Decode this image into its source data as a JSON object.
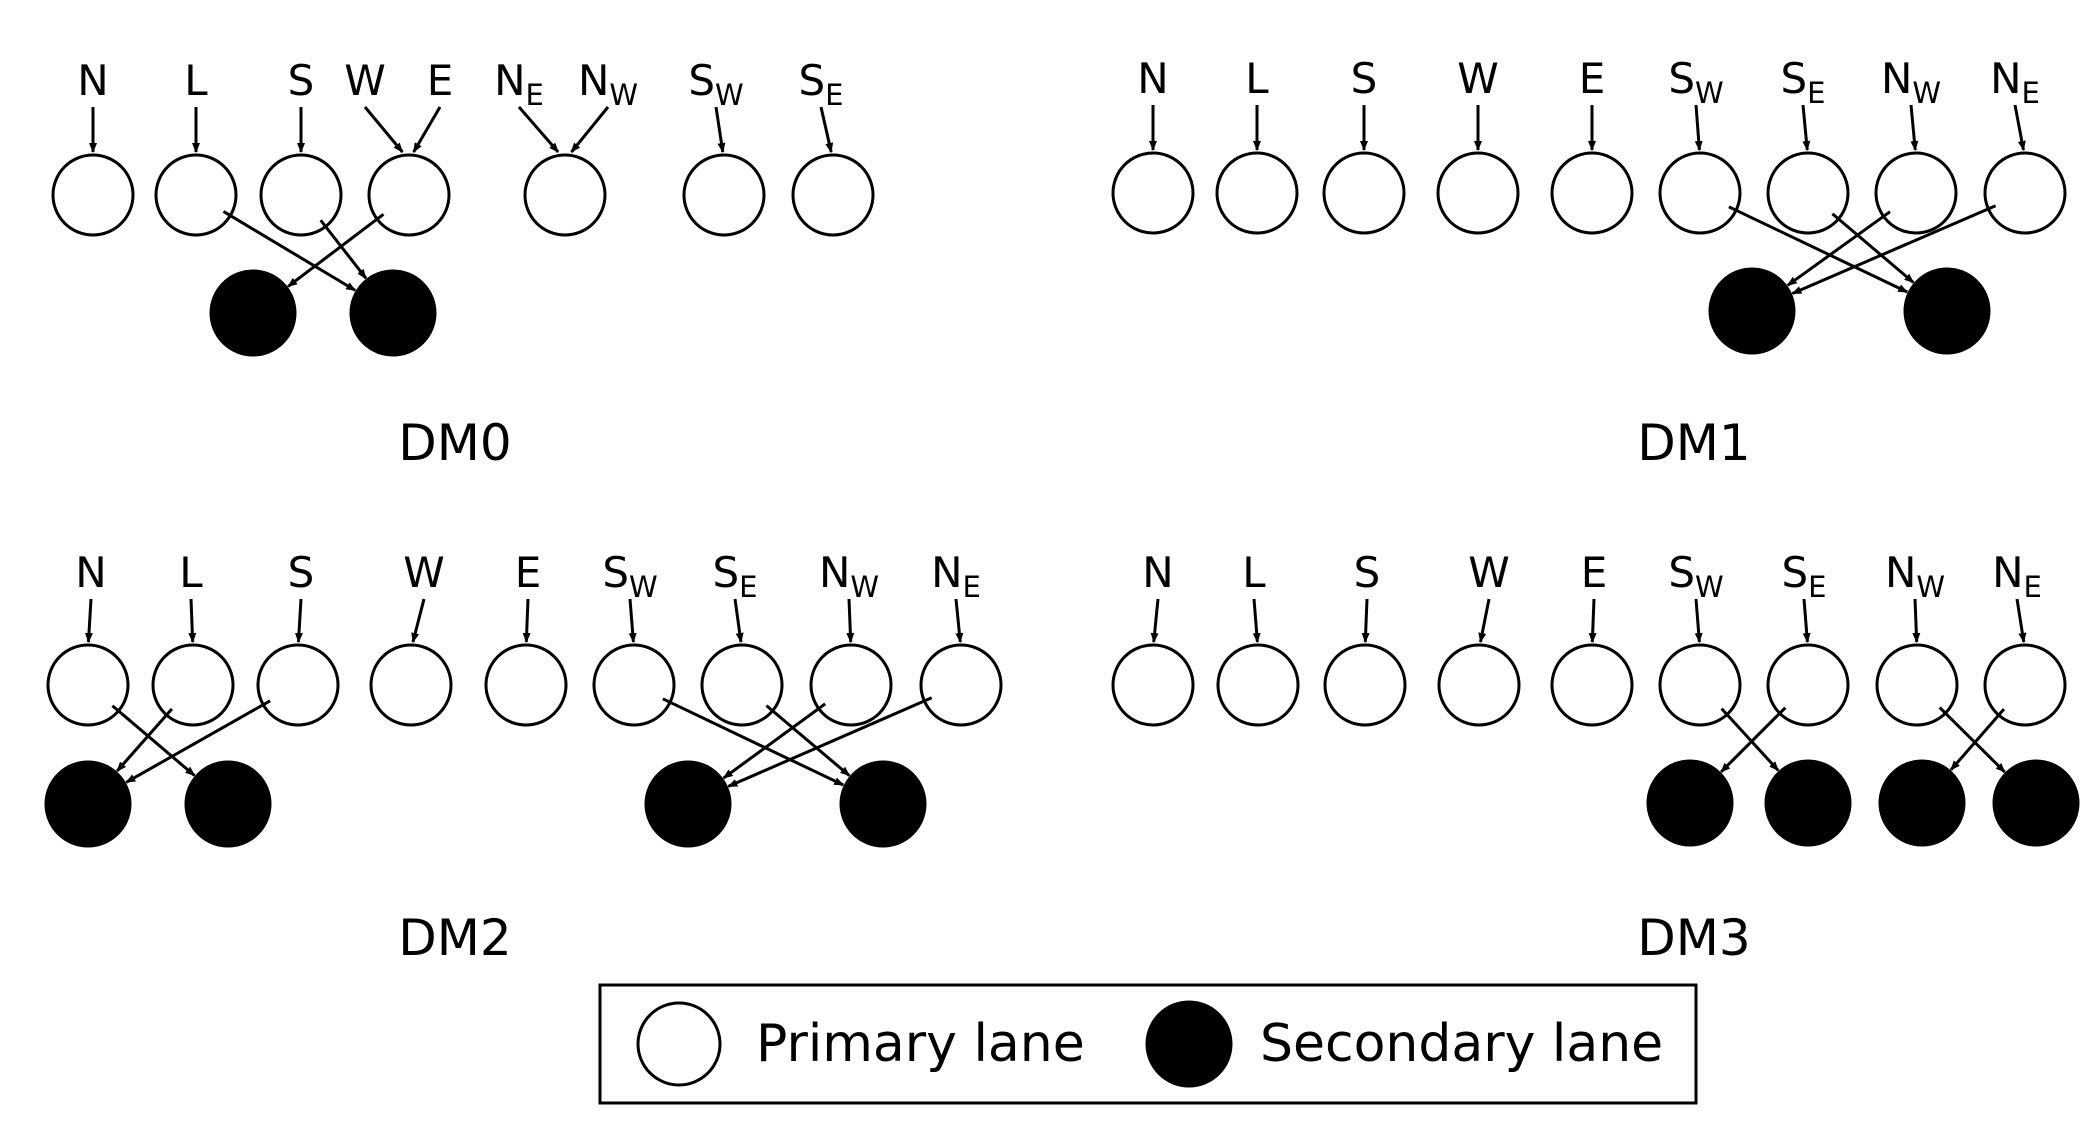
{
  "colors": {
    "primary_fill": "#ffffff",
    "secondary_fill": "#000000",
    "stroke": "#000000"
  },
  "panels": [
    {
      "title": "DM0",
      "lanes": [
        {
          "id": "N",
          "main": "N",
          "sub": ""
        },
        {
          "id": "L",
          "main": "L",
          "sub": ""
        },
        {
          "id": "S",
          "main": "S",
          "sub": ""
        },
        {
          "id": "WE",
          "labels": [
            {
              "main": "W",
              "sub": ""
            },
            {
              "main": "E",
              "sub": ""
            }
          ]
        },
        {
          "id": "N_EW",
          "labels": [
            {
              "main": "N",
              "sub": "E"
            },
            {
              "main": "N",
              "sub": "W"
            }
          ]
        },
        {
          "id": "S_W",
          "main": "S",
          "sub": "W"
        },
        {
          "id": "S_E",
          "main": "S",
          "sub": "E"
        }
      ],
      "secondary": [
        "s1",
        "s2"
      ],
      "connections": [
        {
          "from": "L",
          "to": "s2"
        },
        {
          "from": "S",
          "to": "s2"
        },
        {
          "from": "WE",
          "to": "s1"
        }
      ]
    },
    {
      "title": "DM1",
      "lanes": [
        {
          "id": "N",
          "main": "N",
          "sub": ""
        },
        {
          "id": "L",
          "main": "L",
          "sub": ""
        },
        {
          "id": "S",
          "main": "S",
          "sub": ""
        },
        {
          "id": "W",
          "main": "W",
          "sub": ""
        },
        {
          "id": "E",
          "main": "E",
          "sub": ""
        },
        {
          "id": "S_W",
          "main": "S",
          "sub": "W"
        },
        {
          "id": "S_E",
          "main": "S",
          "sub": "E"
        },
        {
          "id": "N_W",
          "main": "N",
          "sub": "W"
        },
        {
          "id": "N_E",
          "main": "N",
          "sub": "E"
        }
      ],
      "secondary": [
        "s1",
        "s2"
      ],
      "connections": [
        {
          "from": "S_W",
          "to": "s2"
        },
        {
          "from": "S_E",
          "to": "s2"
        },
        {
          "from": "N_W",
          "to": "s1"
        },
        {
          "from": "N_E",
          "to": "s1"
        }
      ]
    },
    {
      "title": "DM2",
      "lanes": [
        {
          "id": "N",
          "main": "N",
          "sub": ""
        },
        {
          "id": "L",
          "main": "L",
          "sub": ""
        },
        {
          "id": "S",
          "main": "S",
          "sub": ""
        },
        {
          "id": "W",
          "main": "W",
          "sub": ""
        },
        {
          "id": "E",
          "main": "E",
          "sub": ""
        },
        {
          "id": "S_W",
          "main": "S",
          "sub": "W"
        },
        {
          "id": "S_E",
          "main": "S",
          "sub": "E"
        },
        {
          "id": "N_W",
          "main": "N",
          "sub": "W"
        },
        {
          "id": "N_E",
          "main": "N",
          "sub": "E"
        }
      ],
      "secondary": [
        "s1",
        "s2",
        "s3",
        "s4"
      ],
      "connections": [
        {
          "from": "N",
          "to": "s2"
        },
        {
          "from": "L",
          "to": "s1"
        },
        {
          "from": "S",
          "to": "s1"
        },
        {
          "from": "S_W",
          "to": "s4"
        },
        {
          "from": "S_E",
          "to": "s4"
        },
        {
          "from": "N_W",
          "to": "s3"
        },
        {
          "from": "N_E",
          "to": "s3"
        }
      ]
    },
    {
      "title": "DM3",
      "lanes": [
        {
          "id": "N",
          "main": "N",
          "sub": ""
        },
        {
          "id": "L",
          "main": "L",
          "sub": ""
        },
        {
          "id": "S",
          "main": "S",
          "sub": ""
        },
        {
          "id": "W",
          "main": "W",
          "sub": ""
        },
        {
          "id": "E",
          "main": "E",
          "sub": ""
        },
        {
          "id": "S_W",
          "main": "S",
          "sub": "W"
        },
        {
          "id": "S_E",
          "main": "S",
          "sub": "E"
        },
        {
          "id": "N_W",
          "main": "N",
          "sub": "W"
        },
        {
          "id": "N_E",
          "main": "N",
          "sub": "E"
        }
      ],
      "secondary": [
        "s1",
        "s2",
        "s3",
        "s4"
      ],
      "connections": [
        {
          "from": "S_W",
          "to": "s2"
        },
        {
          "from": "S_E",
          "to": "s1"
        },
        {
          "from": "N_W",
          "to": "s4"
        },
        {
          "from": "N_E",
          "to": "s3"
        }
      ]
    }
  ],
  "legend": {
    "primary_label": "Primary lane",
    "secondary_label": "Secondary lane"
  }
}
